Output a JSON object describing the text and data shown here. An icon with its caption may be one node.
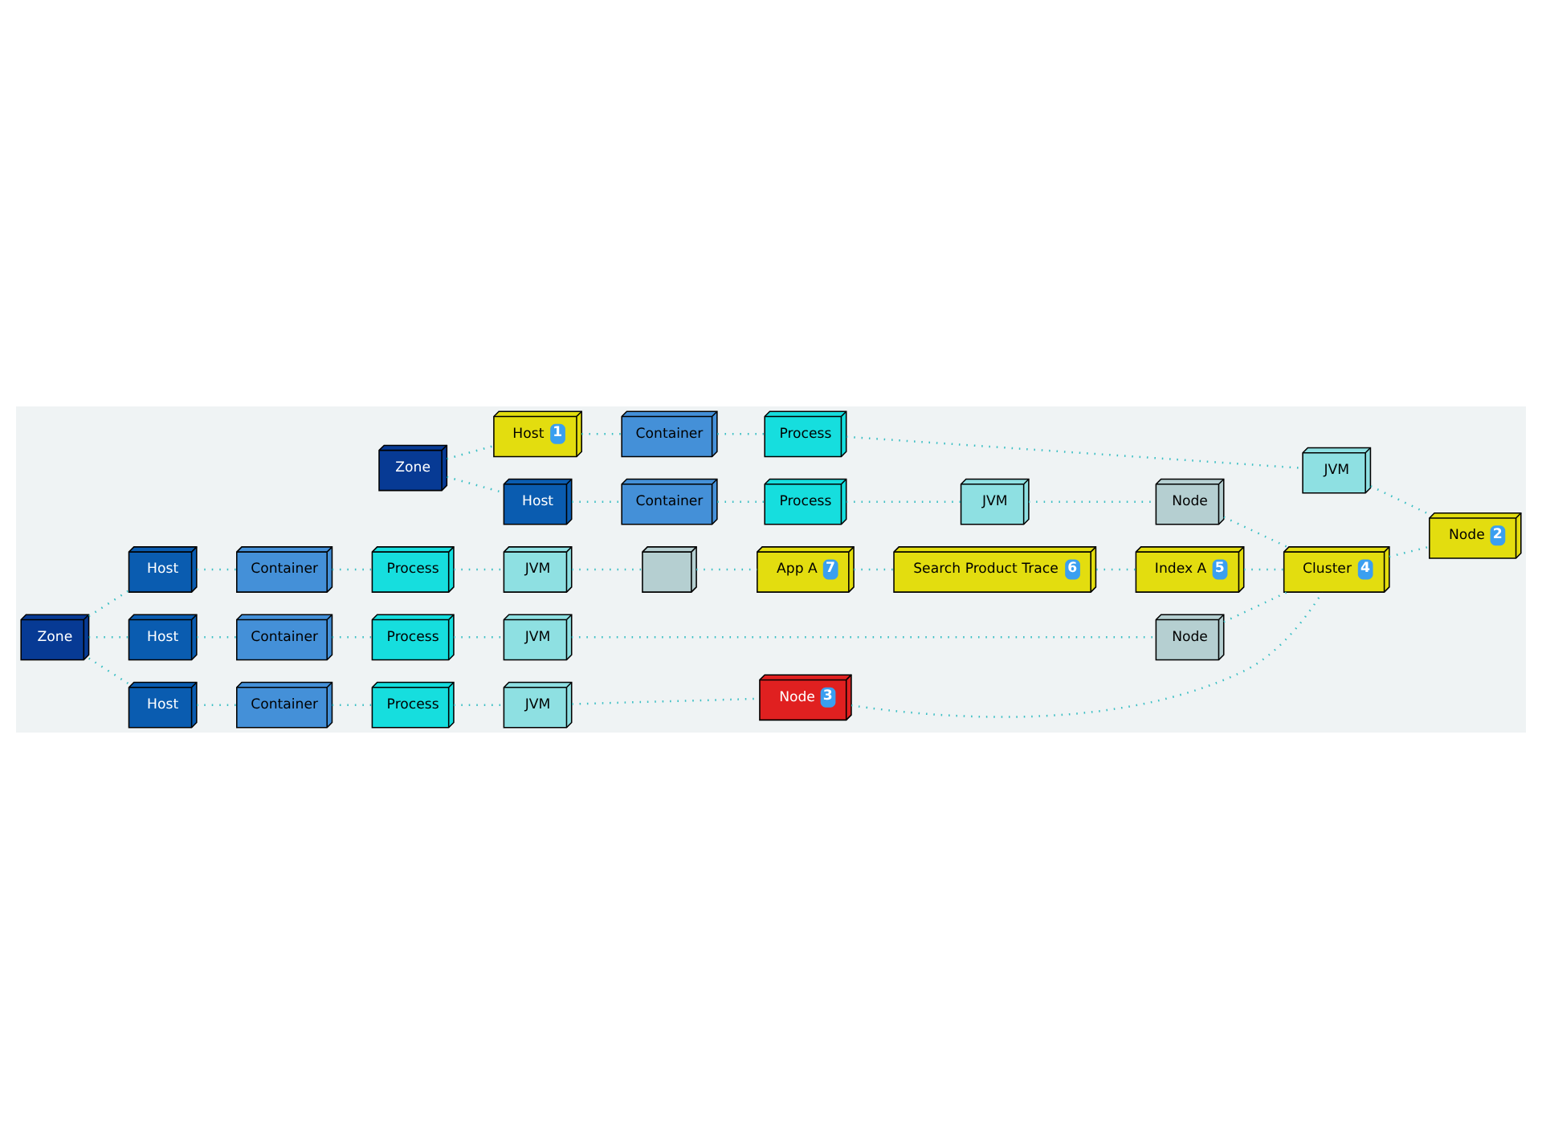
{
  "diagram": {
    "nodes": [
      {
        "text": [
          "App A",
          "7"
        ]
      },
      {
        "text": [
          "Search Product Trace",
          "6"
        ]
      },
      {
        "text": [],
        "shape": "cube"
      },
      {
        "text": [
          "JVM"
        ]
      },
      {
        "text": [
          "Process"
        ]
      },
      {
        "text": [
          "Container"
        ]
      },
      {
        "text": [
          "Host"
        ]
      },
      {
        "text": [
          "Node"
        ]
      },
      {
        "text": [
          "JVM"
        ]
      },
      {
        "text": [
          "Process"
        ]
      },
      {
        "text": [
          "Container"
        ]
      },
      {
        "text": [
          "Host"
        ]
      },
      {
        "text": [
          "Index A",
          "5"
        ]
      },
      {
        "text": [
          "Cluster",
          "4"
        ]
      },
      {
        "text": [
          "Node",
          "3"
        ]
      },
      {
        "text": [
          "JVM"
        ]
      },
      {
        "text": [
          "Process"
        ]
      },
      {
        "text": [
          "Container"
        ]
      },
      {
        "text": [
          "Host"
        ]
      },
      {
        "text": [
          "Zone"
        ]
      },
      {
        "text": [
          "Node"
        ]
      },
      {
        "text": [
          "JVM"
        ]
      },
      {
        "text": [
          "Process"
        ]
      },
      {
        "text": [
          "Container"
        ]
      },
      {
        "text": [
          "Host"
        ]
      },
      {
        "text": [
          "Node",
          "2"
        ]
      },
      {
        "text": [
          "JVM"
        ]
      },
      {
        "text": [
          "Process"
        ]
      },
      {
        "text": [
          "Container"
        ]
      },
      {
        "text": [
          "Host",
          "1"
        ]
      },
      {
        "text": [
          "Zone"
        ]
      }
    ],
    "edges": [
      {
        "from": 6,
        "to": 5,
        "arrow": "none"
      },
      {
        "from": 5,
        "to": 4,
        "arrow": "none"
      },
      {
        "from": 4,
        "to": 3,
        "arrow": "none"
      },
      {
        "from": 3,
        "to": 2,
        "arrow": "none"
      },
      {
        "from": 2,
        "to": 0,
        "arrow": "none"
      },
      {
        "from": 0,
        "to": 1,
        "arrow": "none"
      },
      {
        "from": 1,
        "to": 12,
        "arrow": "none"
      },
      {
        "from": 12,
        "to": 13,
        "arrow": "none"
      },
      {
        "from": 11,
        "to": 10,
        "arrow": "none"
      },
      {
        "from": 10,
        "to": 9,
        "arrow": "none"
      },
      {
        "from": 9,
        "to": 8,
        "arrow": "none"
      },
      {
        "from": 8,
        "to": 7,
        "arrow": "none"
      },
      {
        "from": 7,
        "to": 13,
        "arrow": "none"
      },
      {
        "from": 14,
        "to": 13,
        "arrow": "none"
      },
      {
        "from": 18,
        "to": 17,
        "arrow": "none"
      },
      {
        "from": 17,
        "to": 16,
        "arrow": "none"
      },
      {
        "from": 16,
        "to": 15,
        "arrow": "none"
      },
      {
        "from": 15,
        "to": 14,
        "arrow": "none"
      },
      {
        "from": 19,
        "to": 6,
        "arrow": "none"
      },
      {
        "from": 19,
        "to": 11,
        "arrow": "none"
      },
      {
        "from": 19,
        "to": 18,
        "arrow": "none"
      },
      {
        "from": 24,
        "to": 23,
        "arrow": "none"
      },
      {
        "from": 23,
        "to": 22,
        "arrow": "none"
      },
      {
        "from": 22,
        "to": 21,
        "arrow": "none"
      },
      {
        "from": 21,
        "to": 20,
        "arrow": "none"
      },
      {
        "from": 20,
        "to": 13,
        "arrow": "none"
      },
      {
        "from": 13,
        "to": 25,
        "arrow": "none"
      },
      {
        "from": 29,
        "to": 28,
        "arrow": "none"
      },
      {
        "from": 28,
        "to": 27,
        "arrow": "none"
      },
      {
        "from": 27,
        "to": 26,
        "arrow": "none"
      },
      {
        "from": 26,
        "to": 25,
        "arrow": "none"
      },
      {
        "from": 30,
        "to": 24,
        "arrow": "none"
      },
      {
        "from": 30,
        "to": 29,
        "arrow": "none"
      }
    ]
  }
}
